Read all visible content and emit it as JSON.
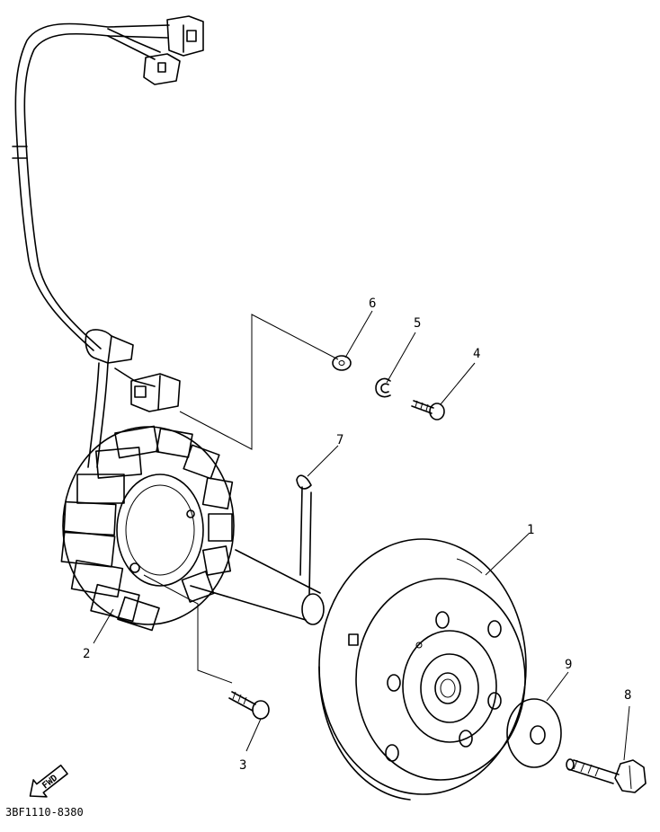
{
  "diagram": {
    "callouts": [
      "1",
      "2",
      "3",
      "4",
      "5",
      "6",
      "7",
      "8",
      "9"
    ],
    "drawing_code": "3BF1110-8380",
    "direction_badge": "FWD"
  }
}
